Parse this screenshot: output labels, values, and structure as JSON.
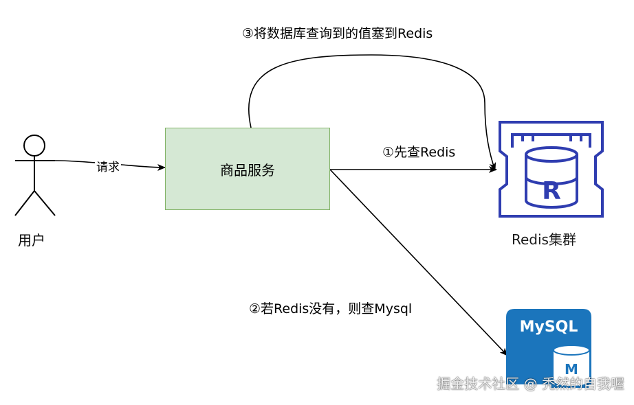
{
  "nodes": {
    "user": "用户",
    "service": "商品服务",
    "redis": "Redis集群",
    "mysql_logo_text": "MySQL",
    "mysql_db_letter": "M",
    "redis_db_letter": "R"
  },
  "edges": {
    "request": "请求",
    "query_redis": "①先查Redis",
    "query_mysql": "②若Redis没有，则查Mysql",
    "fill_redis": "③将数据库查询到的值塞到Redis"
  },
  "colors": {
    "service_fill": "#d5e8d4",
    "service_stroke": "#82b366",
    "redis_blue": "#2f3db0",
    "mysql_blue": "#1b75bc"
  },
  "watermark": "掘金技术社区 @ 秃然的自我喔"
}
